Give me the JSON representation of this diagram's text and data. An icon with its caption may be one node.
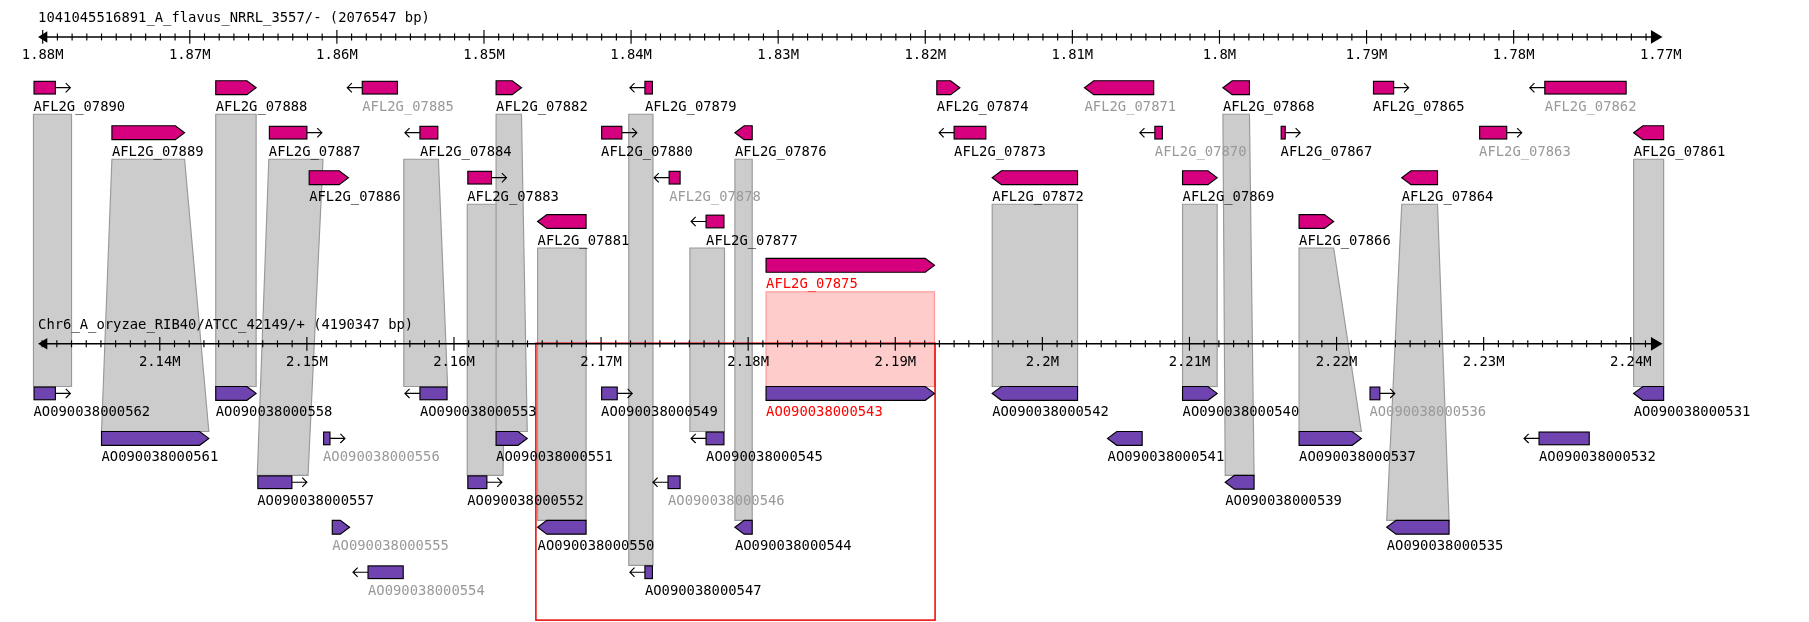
{
  "diagram": {
    "nodes": [
      {
        "text": [
          "AFL2G_07890"
        ]
      },
      {
        "text": [
          "AFL2G_07888"
        ]
      },
      {
        "text": [
          "AFL2G_07885"
        ]
      },
      {
        "text": [
          "AFL2G_07882"
        ]
      },
      {
        "text": [
          "AFL2G_07879"
        ]
      },
      {
        "text": [
          "AFL2G_07874"
        ]
      },
      {
        "text": [
          "AFL2G_07871"
        ]
      },
      {
        "text": [
          "AFL2G_07868"
        ]
      },
      {
        "text": [
          "AFL2G_07865"
        ]
      },
      {
        "text": [
          "AFL2G_07862"
        ]
      },
      {
        "text": [
          "AFL2G_07889"
        ]
      },
      {
        "text": [
          "AFL2G_07887"
        ]
      },
      {
        "text": [
          "AFL2G_07884"
        ]
      },
      {
        "text": [
          "AFL2G_07880"
        ]
      },
      {
        "text": [
          "AFL2G_07876"
        ]
      },
      {
        "text": [
          "AFL2G_07873"
        ]
      },
      {
        "text": [
          "AFL2G_07870"
        ]
      },
      {
        "text": [
          "AFL2G_07867"
        ]
      },
      {
        "text": [
          "AFL2G_07863"
        ]
      },
      {
        "text": [
          "AFL2G_07861"
        ]
      },
      {
        "text": [
          "AFL2G_07886"
        ]
      },
      {
        "text": [
          "AFL2G_07883"
        ]
      },
      {
        "text": [
          "AFL2G_07878"
        ]
      },
      {
        "text": [
          "AFL2G_07872"
        ]
      },
      {
        "text": [
          "AFL2G_07869"
        ]
      },
      {
        "text": [
          "AFL2G_07864"
        ]
      },
      {
        "text": [
          "AFL2G_07881"
        ]
      },
      {
        "text": [
          "AFL2G_07877"
        ]
      },
      {
        "text": [
          "AFL2G_07866"
        ]
      },
      {
        "text": [
          "AFL2G_07875"
        ]
      },
      {
        "text": [
          "AO090038000562"
        ]
      },
      {
        "text": [
          "AO090038000558"
        ]
      },
      {
        "text": [
          "AO090038000553"
        ]
      },
      {
        "text": [
          "AO090038000549"
        ]
      },
      {
        "text": [
          "AO090038000543"
        ]
      },
      {
        "text": [
          "AO090038000542"
        ]
      },
      {
        "text": [
          "AO090038000540"
        ]
      },
      {
        "text": [
          "AO090038000536"
        ]
      },
      {
        "text": [
          "AO090038000531"
        ]
      },
      {
        "text": [
          "AO090038000561"
        ]
      },
      {
        "text": [
          "AO090038000556"
        ]
      },
      {
        "text": [
          "AO090038000551"
        ]
      },
      {
        "text": [
          "AO090038000545"
        ]
      },
      {
        "text": [
          "AO090038000541"
        ]
      },
      {
        "text": [
          "AO090038000537"
        ]
      },
      {
        "text": [
          "AO090038000532"
        ]
      },
      {
        "text": [
          "AO090038000557"
        ]
      },
      {
        "text": [
          "AO090038000552"
        ]
      },
      {
        "text": [
          "AO090038000546"
        ]
      },
      {
        "text": [
          "AO090038000539"
        ]
      },
      {
        "text": [
          "AO090038000555"
        ]
      },
      {
        "text": [
          "AO090038000550"
        ]
      },
      {
        "text": [
          "AO090038000544"
        ]
      },
      {
        "text": [
          "AO090038000535"
        ]
      },
      {
        "text": [
          "AO090038000554"
        ]
      },
      {
        "text": [
          "AO090038000547"
        ]
      }
    ],
    "edges": [
      {
        "from": 0,
        "to": 30,
        "arrow": "none"
      },
      {
        "from": 10,
        "to": 39,
        "arrow": "none"
      },
      {
        "from": 1,
        "to": 31,
        "arrow": "none"
      },
      {
        "from": 11,
        "to": 46,
        "arrow": "none"
      },
      {
        "from": 12,
        "to": 32,
        "arrow": "none"
      },
      {
        "from": 21,
        "to": 47,
        "arrow": "none"
      },
      {
        "from": 3,
        "to": 41,
        "arrow": "none"
      },
      {
        "from": 26,
        "to": 51,
        "arrow": "none"
      },
      {
        "from": 4,
        "to": 55,
        "arrow": "none"
      },
      {
        "from": 27,
        "to": 42,
        "arrow": "none"
      },
      {
        "from": 14,
        "to": 52,
        "arrow": "none"
      },
      {
        "from": 29,
        "to": 34,
        "arrow": "none",
        "color": "#ffcccc"
      },
      {
        "from": 23,
        "to": 35,
        "arrow": "none"
      },
      {
        "from": 24,
        "to": 36,
        "arrow": "none"
      },
      {
        "from": 7,
        "to": 49,
        "arrow": "none"
      },
      {
        "from": 28,
        "to": 44,
        "arrow": "none"
      },
      {
        "from": 25,
        "to": 53,
        "arrow": "none"
      },
      {
        "from": 19,
        "to": 38,
        "arrow": "none"
      }
    ],
    "labels": [
      "1041045516891_A_flavus_NRRL_3557/- (2076547 bp)",
      "1.88M",
      "1.87M",
      "1.86M",
      "1.85M",
      "1.84M",
      "1.83M",
      "1.82M",
      "1.81M",
      "1.8M",
      "1.79M",
      "1.78M",
      "1.77M",
      "Chr6_A_oryzae_RIB40/ATCC_42149/+ (4190347 bp)",
      "2.14M",
      "2.15M",
      "2.16M",
      "2.17M",
      "2.18M",
      "2.19M",
      "2.2M",
      "2.21M",
      "2.22M",
      "2.23M",
      "2.24M"
    ]
  }
}
